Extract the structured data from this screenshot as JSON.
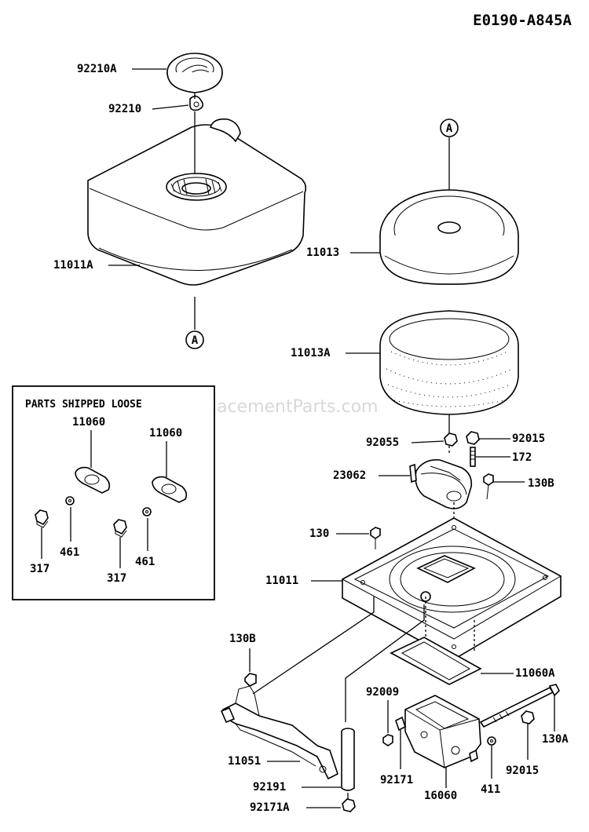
{
  "diagram_id": "E0190-A845A",
  "watermark": "eReplacementParts.com",
  "reference_marker": "A",
  "loose_box": {
    "title": "PARTS SHIPPED LOOSE"
  },
  "labels": {
    "p92210A": "92210A",
    "p92210": "92210",
    "p11011A": "11011A",
    "p11013": "11013",
    "p11013A": "11013A",
    "p92055": "92055",
    "p92015_top": "92015",
    "p172": "172",
    "p23062": "23062",
    "p130B_top": "130B",
    "p130": "130",
    "p11011": "11011",
    "p130B_left": "130B",
    "p11060A": "11060A",
    "p92009": "92009",
    "p130A": "130A",
    "p11051": "11051",
    "p92015_bottom": "92015",
    "p92191": "92191",
    "p92171": "92171",
    "p16060": "16060",
    "p411": "411",
    "p92171A": "92171A",
    "loose_11060_left": "11060",
    "loose_11060_right": "11060",
    "loose_461_left": "461",
    "loose_461_right": "461",
    "loose_317_left": "317",
    "loose_317_right": "317"
  }
}
